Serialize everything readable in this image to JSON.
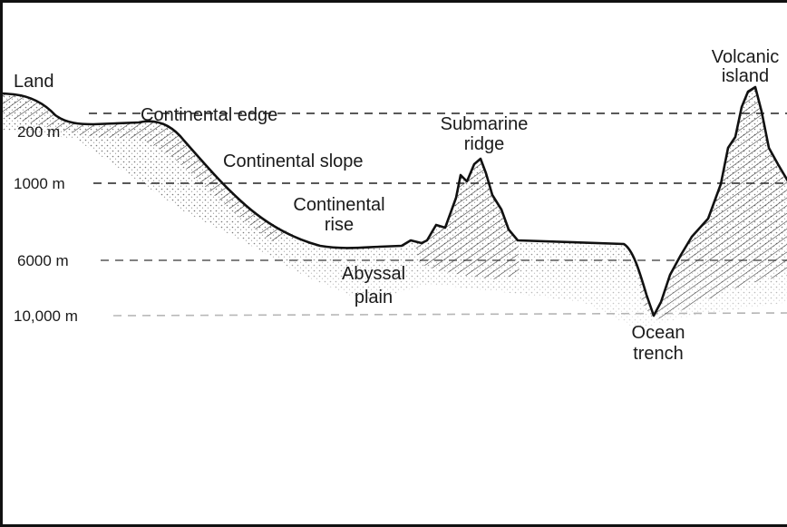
{
  "depth_levels": [
    {
      "label": "200 m"
    },
    {
      "label": "1000 m"
    },
    {
      "label": "6000 m"
    },
    {
      "label": "10,000 m"
    }
  ],
  "features": {
    "land": "Land",
    "continental_edge": "Continental edge",
    "continental_slope": "Continental slope",
    "continental_rise": [
      "Continental",
      "rise"
    ],
    "abyssal_plain": [
      "Abyssal",
      "plain"
    ],
    "submarine_ridge": [
      "Submarine",
      "ridge"
    ],
    "ocean_trench": [
      "Ocean",
      "trench"
    ],
    "volcanic_island": [
      "Volcanic",
      "island"
    ]
  }
}
